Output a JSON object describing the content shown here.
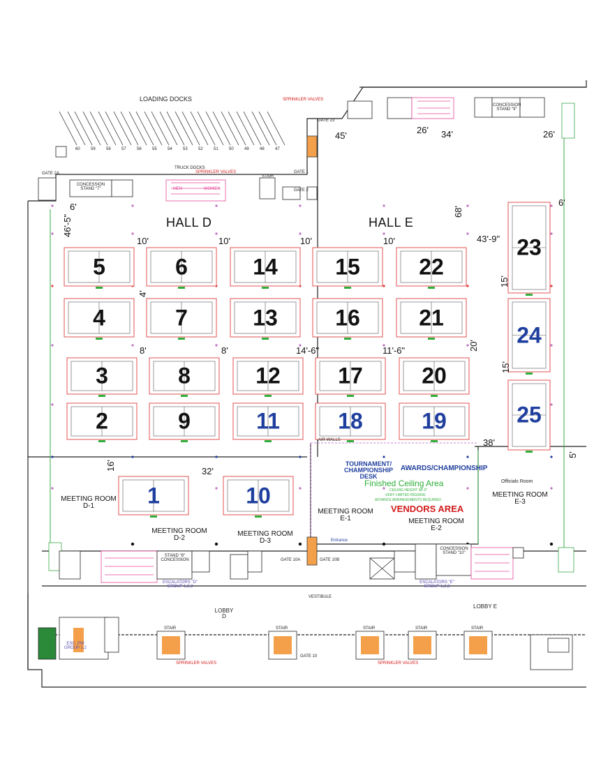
{
  "labels": {
    "loading_docks": "LOADING DOCKS",
    "truck_docks": "TRUCK DOCKS",
    "hall_d": "HALL D",
    "hall_e": "HALL E",
    "gate_23": "GATE 23",
    "gate_1": "GATE 1",
    "gate_2": "GATE 2",
    "gate_2a": "GATE 2A",
    "gate_10": "GATE 10",
    "gate_10a": "GATE 10A",
    "gate_10b": "GATE 10B",
    "concession_7": "CONCESSION STAND \"7\"",
    "concession_9": "CONCESSION STAND \"9\"",
    "concession_8": "STAND \"8\" CONCESSION",
    "concession_10": "CONCESSION STAND \"10\"",
    "sprinkler": "SPRINKLER VALVES",
    "meeting_d1": "MEETING ROOM D-1",
    "meeting_d2": "MEETING ROOM D-2",
    "meeting_d3": "MEETING ROOM D-3",
    "meeting_e1": "MEETING ROOM E-1",
    "meeting_e2": "MEETING ROOM E-2",
    "meeting_e3": "MEETING ROOM E-3",
    "officials": "Officials Room",
    "tournament_desk": "TOURNAMENT/ CHAMPIONSHIP DESK",
    "awards": "AWARDS/CHAMPIONSHIP",
    "finished_ceiling": "Finished Ceiling Area",
    "ceiling_height": "CEILING HEIGHT 38'-0\"",
    "very_limited": "VERY LIMITED RIGGING",
    "advance": "ADVANCE ARRANGEMENTS REQUIRED",
    "vendors": "VENDORS AREA",
    "entrance": "Entrance",
    "escalators_d": "ESCALATORS \"D\" GROUP 1,2,3",
    "escalators_e": "ESCALATORS \"E\" GROUP 1,2,3",
    "vestibule": "VESTIBULE",
    "lobby_d": "LOBBY D",
    "lobby_e": "LOBBY E",
    "esc_pw": "ESC. PW GROUP 1,2",
    "stair": "STAIR",
    "men": "MEN",
    "women": "WOMEN",
    "air_walls": "AIR WALLS"
  },
  "dimensions": {
    "d45": "45'",
    "d26a": "26'",
    "d34": "34'",
    "d26b": "26'",
    "d6a": "6'",
    "d6b": "6'",
    "d46_5": "46'-5\"",
    "d68": "68'",
    "d10a": "10'",
    "d10b": "10'",
    "d10c": "10'",
    "d10d": "10'",
    "d43_9": "43'-9\"",
    "d15a": "15'",
    "d4": "4'",
    "d8a": "8'",
    "d8b": "8'",
    "d14_6": "14'-6\"",
    "d11_6": "11'-6\"",
    "d20": "20'",
    "d15b": "15'",
    "d38": "38'",
    "d16": "16'",
    "d32": "32'",
    "d5": "5'"
  },
  "docks": [
    "60",
    "59",
    "58",
    "57",
    "56",
    "55",
    "54",
    "53",
    "52",
    "51",
    "50",
    "49",
    "48",
    "47"
  ],
  "courts": [
    {
      "n": "5",
      "color": "#111111"
    },
    {
      "n": "6",
      "color": "#111111"
    },
    {
      "n": "14",
      "color": "#111111"
    },
    {
      "n": "15",
      "color": "#111111"
    },
    {
      "n": "22",
      "color": "#111111"
    },
    {
      "n": "23",
      "color": "#111111"
    },
    {
      "n": "4",
      "color": "#111111"
    },
    {
      "n": "7",
      "color": "#111111"
    },
    {
      "n": "13",
      "color": "#111111"
    },
    {
      "n": "16",
      "color": "#111111"
    },
    {
      "n": "21",
      "color": "#111111"
    },
    {
      "n": "24",
      "color": "#1f3f9e"
    },
    {
      "n": "3",
      "color": "#111111"
    },
    {
      "n": "8",
      "color": "#111111"
    },
    {
      "n": "12",
      "color": "#111111"
    },
    {
      "n": "17",
      "color": "#111111"
    },
    {
      "n": "20",
      "color": "#111111"
    },
    {
      "n": "2",
      "color": "#111111"
    },
    {
      "n": "9",
      "color": "#111111"
    },
    {
      "n": "11",
      "color": "#1f3f9e"
    },
    {
      "n": "18",
      "color": "#1f3f9e"
    },
    {
      "n": "19",
      "color": "#1f3f9e"
    },
    {
      "n": "25",
      "color": "#1f3f9e"
    },
    {
      "n": "1",
      "color": "#1f3f9e"
    },
    {
      "n": "10",
      "color": "#1f3f9e"
    }
  ],
  "colors": {
    "court_outline": "#e05050",
    "wall": "#222222",
    "restroom": "#e6479a",
    "stair_fill": "#f4a04a",
    "blue_text": "#1f3f9e",
    "green_text": "#2fae3a",
    "red_text": "#d21a1a"
  }
}
